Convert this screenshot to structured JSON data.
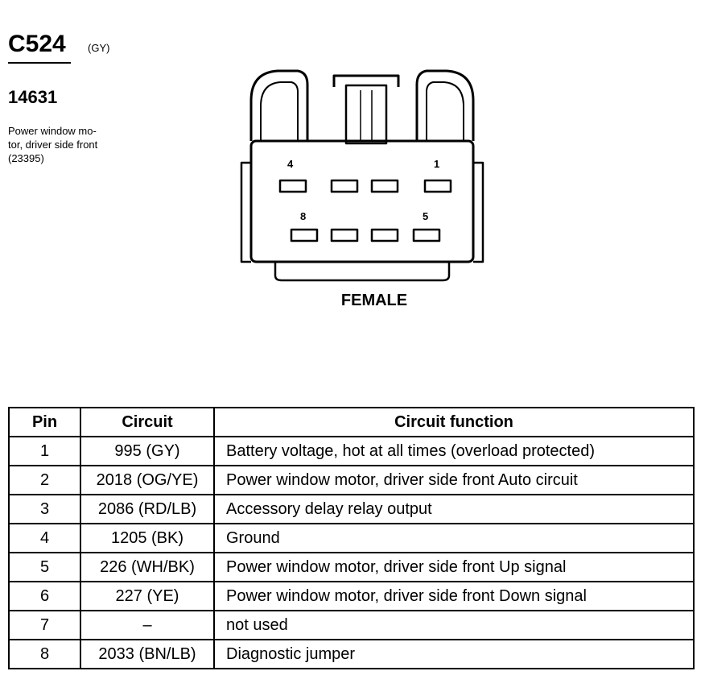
{
  "connector": {
    "id": "C524",
    "color": "(GY)",
    "part_number": "14631",
    "description_lines": [
      "Power window mo-",
      "tor, driver side front",
      "(23395)"
    ]
  },
  "diagram": {
    "view_label": "FEMALE",
    "pin_labels": [
      "4",
      "1",
      "8",
      "5"
    ]
  },
  "table": {
    "headers": [
      "Pin",
      "Circuit",
      "Circuit function"
    ],
    "rows": [
      [
        "1",
        "995 (GY)",
        "Battery voltage, hot at all times (overload protected)"
      ],
      [
        "2",
        "2018 (OG/YE)",
        "Power window motor, driver side front  Auto circuit"
      ],
      [
        "3",
        "2086 (RD/LB)",
        "Accessory delay relay output"
      ],
      [
        "4",
        "1205 (BK)",
        "Ground"
      ],
      [
        "5",
        "226 (WH/BK)",
        "Power window motor, driver side front  Up signal"
      ],
      [
        "6",
        "227 (YE)",
        "Power window motor, driver side front  Down signal"
      ],
      [
        "7",
        "–",
        "not used"
      ],
      [
        "8",
        "2033 (BN/LB)",
        "Diagnostic jumper"
      ]
    ]
  }
}
